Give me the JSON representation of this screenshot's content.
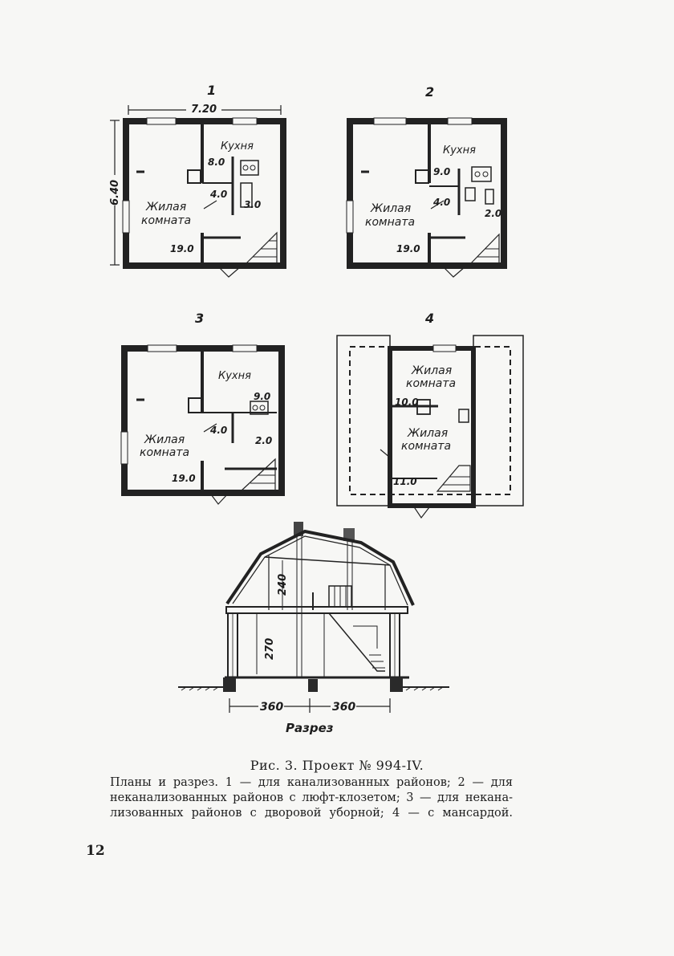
{
  "figure": {
    "plans": [
      {
        "number": "1",
        "dimension_width": "7.20",
        "dimension_height": "6.40",
        "rooms": {
          "kitchen": "Кухня",
          "living_line1": "Жилая",
          "living_line2": "комната"
        },
        "areas": [
          "8.0",
          "4.0",
          "3.0",
          "19.0"
        ]
      },
      {
        "number": "2",
        "rooms": {
          "kitchen": "Кухня",
          "living_line1": "Жилая",
          "living_line2": "комната"
        },
        "areas": [
          "9.0",
          "4.0",
          "2.0",
          "19.0"
        ]
      },
      {
        "number": "3",
        "rooms": {
          "kitchen": "Кухня",
          "living_line1": "Жилая",
          "living_line2": "комната"
        },
        "areas": [
          "9.0",
          "4.0",
          "2.0",
          "19.0"
        ]
      },
      {
        "number": "4",
        "rooms": {
          "upper_line1": "Жилая",
          "upper_line2": "комната",
          "lower_line1": "Жилая",
          "lower_line2": "комната"
        },
        "areas": [
          "10.0",
          "11.0"
        ]
      }
    ],
    "section": {
      "height_attic": "240",
      "height_ground": "270",
      "span_left": "360",
      "span_right": "360",
      "label": "Разрез"
    }
  },
  "caption": {
    "title": "Рис. 3. Проект № 994-IV.",
    "lines": [
      "Планы и разрез. 1 — для канализованных районов; 2 — для",
      "неканализованных районов с люфт-клозетом; 3 — для некана-",
      "лизованных районов с дворовой уборной; 4 — с мансардой."
    ]
  },
  "page_number": "12"
}
